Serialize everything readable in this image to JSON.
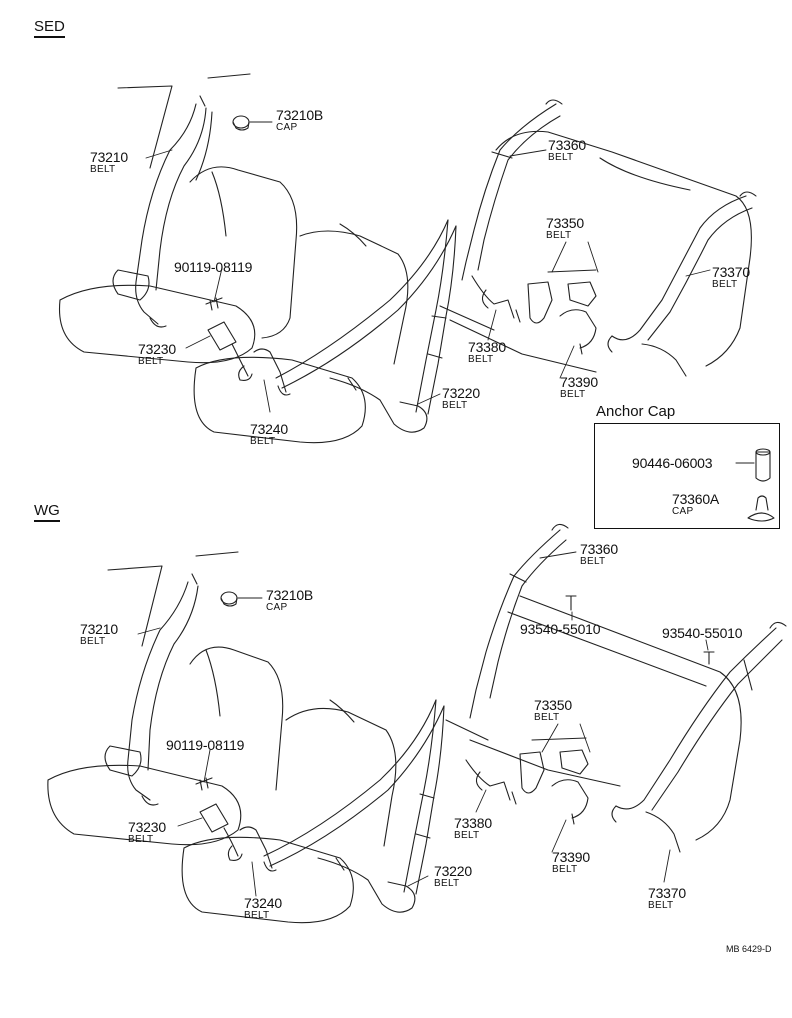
{
  "sed": {
    "section_label": "SED",
    "labels": [
      {
        "key": "p73210b",
        "num": "73210B",
        "sub": "CAP"
      },
      {
        "key": "p73210",
        "num": "73210",
        "sub": "BELT"
      },
      {
        "key": "p90119",
        "num": "90119-08119",
        "sub": ""
      },
      {
        "key": "p73230",
        "num": "73230",
        "sub": "BELT"
      },
      {
        "key": "p73240",
        "num": "73240",
        "sub": "BELT"
      },
      {
        "key": "p73360",
        "num": "73360",
        "sub": "BELT"
      },
      {
        "key": "p73350",
        "num": "73350",
        "sub": "BELT"
      },
      {
        "key": "p73370",
        "num": "73370",
        "sub": "BELT"
      },
      {
        "key": "p73380",
        "num": "73380",
        "sub": "BELT"
      },
      {
        "key": "p73390",
        "num": "73390",
        "sub": "BELT"
      },
      {
        "key": "p73220",
        "num": "73220",
        "sub": "BELT"
      }
    ]
  },
  "anchor_cap": {
    "title": "Anchor Cap",
    "labels": [
      {
        "key": "a90446",
        "num": "90446-06003",
        "sub": ""
      },
      {
        "key": "a73360a",
        "num": "73360A",
        "sub": "CAP"
      }
    ]
  },
  "wg": {
    "section_label": "WG",
    "labels": [
      {
        "key": "w73210b",
        "num": "73210B",
        "sub": "CAP"
      },
      {
        "key": "w73210",
        "num": "73210",
        "sub": "BELT"
      },
      {
        "key": "w90119",
        "num": "90119-08119",
        "sub": ""
      },
      {
        "key": "w73230",
        "num": "73230",
        "sub": "BELT"
      },
      {
        "key": "w73240",
        "num": "73240",
        "sub": "BELT"
      },
      {
        "key": "w73360",
        "num": "73360",
        "sub": "BELT"
      },
      {
        "key": "w93540a",
        "num": "93540-55010",
        "sub": ""
      },
      {
        "key": "w93540b",
        "num": "93540-55010",
        "sub": ""
      },
      {
        "key": "w73350",
        "num": "73350",
        "sub": "BELT"
      },
      {
        "key": "w73380",
        "num": "73380",
        "sub": "BELT"
      },
      {
        "key": "w73390",
        "num": "73390",
        "sub": "BELT"
      },
      {
        "key": "w73220",
        "num": "73220",
        "sub": "BELT"
      },
      {
        "key": "w73370",
        "num": "73370",
        "sub": "BELT"
      }
    ]
  },
  "drawing_code": "MB 6429-D"
}
